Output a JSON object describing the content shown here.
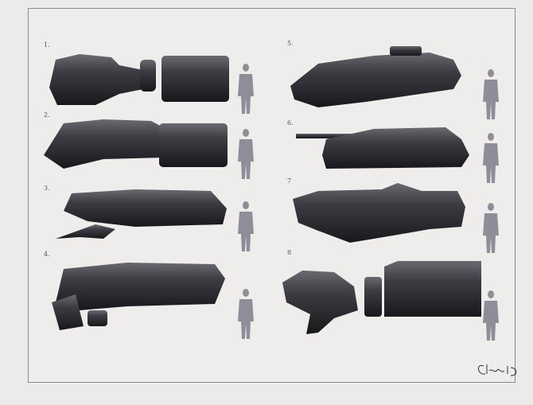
{
  "sheet": {
    "labels": [
      "1.",
      "2.",
      "3.",
      "4.",
      "5.",
      "6.",
      "7",
      "8"
    ],
    "signature": "Clavelino",
    "colors": {
      "background": "#eeedeb",
      "weapon": "#3a3a3e",
      "figure": "#8e8d98",
      "border": "#8a8a8a"
    }
  }
}
